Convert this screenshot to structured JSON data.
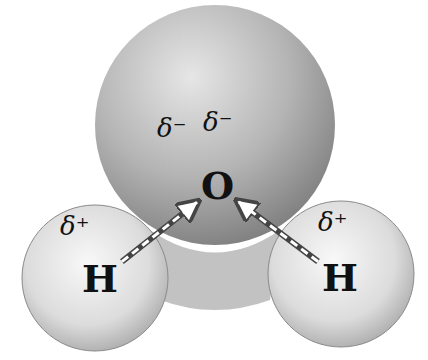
{
  "diagram": {
    "nodes": [
      {
        "text": [
          "δ⁻",
          "δ⁻",
          "O"
        ]
      },
      {
        "text": [
          "δ⁺",
          "H"
        ]
      },
      {
        "text": [
          "δ⁺",
          "H"
        ]
      }
    ],
    "edges": [
      {
        "from": 1,
        "to": 0,
        "arrow": "to"
      },
      {
        "from": 2,
        "to": 0,
        "arrow": "to"
      }
    ]
  }
}
